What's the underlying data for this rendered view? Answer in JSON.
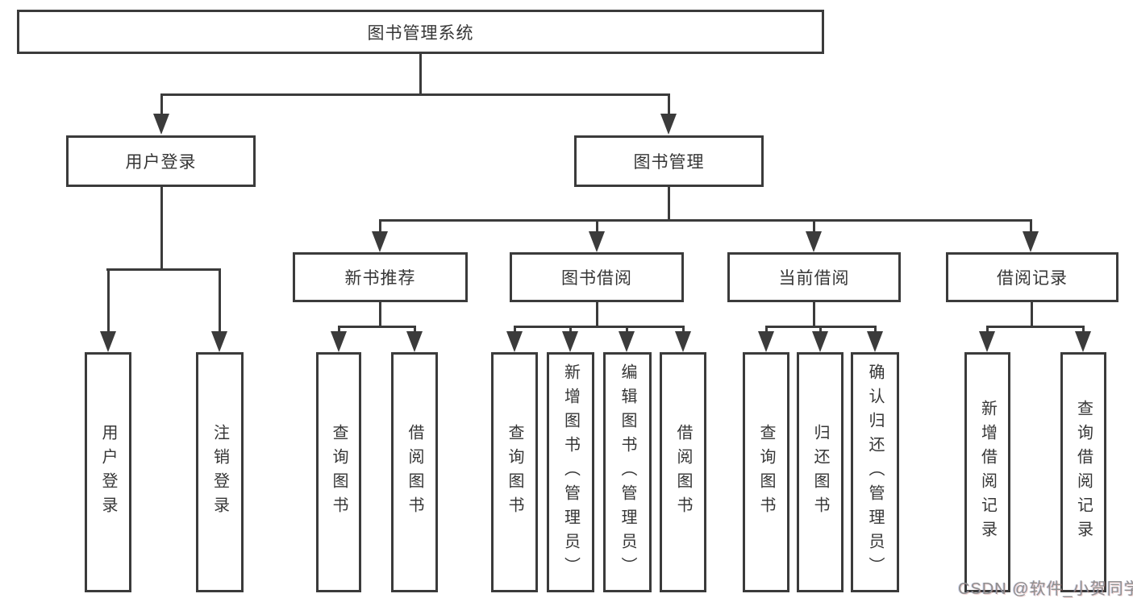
{
  "nodes": {
    "root": "图书管理系统",
    "user_login": "用户登录",
    "book_mgmt": "图书管理",
    "new_book_rec": "新书推荐",
    "book_borrow": "图书借阅",
    "current_borrow": "当前借阅",
    "borrow_record": "借阅记录",
    "leaf_login": "用户登录",
    "leaf_logout": "注销登录",
    "leaf_nbr_query": "查询图书",
    "leaf_nbr_borrow": "借阅图书",
    "leaf_bb_query": "查询图书",
    "leaf_bb_add": "新增图书（管理员）",
    "leaf_bb_edit": "编辑图书（管理员）",
    "leaf_bb_borrow": "借阅图书",
    "leaf_cb_query": "查询图书",
    "leaf_cb_return": "归还图书",
    "leaf_cb_confirm": "确认归还（管理员）",
    "leaf_br_add": "新增借阅记录",
    "leaf_br_query": "查询借阅记录"
  },
  "hierarchy": {
    "图书管理系统": {
      "用户登录": [
        "用户登录",
        "注销登录"
      ],
      "图书管理": {
        "新书推荐": [
          "查询图书",
          "借阅图书"
        ],
        "图书借阅": [
          "查询图书",
          "新增图书（管理员）",
          "编辑图书（管理员）",
          "借阅图书"
        ],
        "当前借阅": [
          "查询图书",
          "归还图书",
          "确认归还（管理员）"
        ],
        "借阅记录": [
          "新增借阅记录",
          "查询借阅记录"
        ]
      }
    }
  },
  "watermark": "CSDN @软件_小贺同学",
  "colors": {
    "line": "#3b3b3b",
    "text": "#363636",
    "watermark": "#8f8f8f",
    "background": "#ffffff"
  }
}
